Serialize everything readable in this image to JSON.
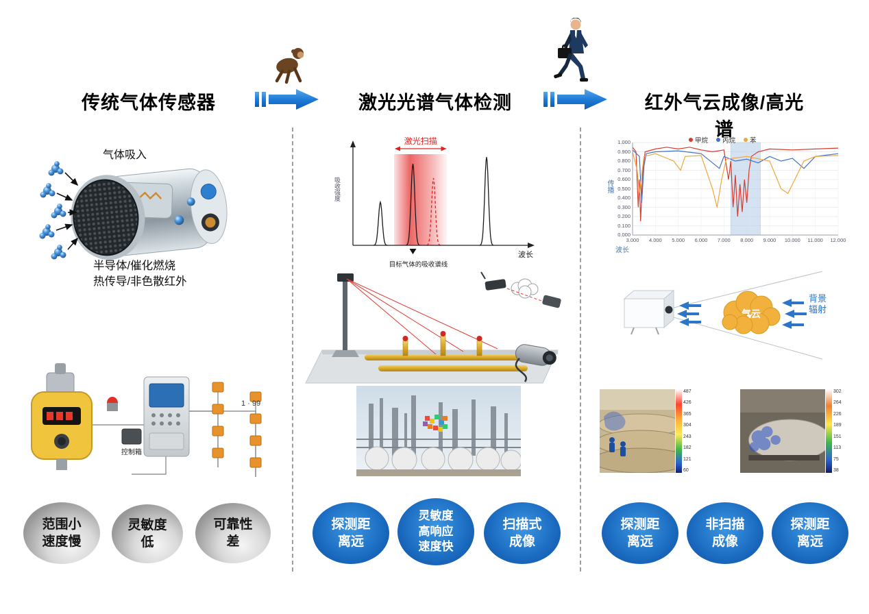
{
  "titles": {
    "col1": "传统气体传感器",
    "col2": "激光光谱气体检测",
    "col3": "红外气云成像/高光谱"
  },
  "col1": {
    "gas_intake_label": "气体吸入",
    "tech_line1": "半导体/催化燃烧",
    "tech_line2": "热传导/非色散红外",
    "address_range": "1 · 99",
    "control_box_label": "控制箱",
    "bubbles": [
      {
        "lines": [
          "范围小",
          "速度慢"
        ]
      },
      {
        "lines": [
          "灵敏度",
          "低"
        ]
      },
      {
        "lines": [
          "可靠性",
          "差"
        ]
      }
    ]
  },
  "col2": {
    "bubbles": [
      {
        "lines": [
          "探测距",
          "离远"
        ]
      },
      {
        "lines": [
          "灵敏度",
          "高响应",
          "速度快"
        ]
      },
      {
        "lines": [
          "扫描式",
          "成像"
        ]
      }
    ]
  },
  "col3": {
    "cloud_label": "气云",
    "radiation_label": "背景辐射",
    "thermal_left_ticks": [
      "487",
      "426",
      "365",
      "304",
      "243",
      "182",
      "121",
      "60"
    ],
    "thermal_right_ticks": [
      "302",
      "264",
      "226",
      "189",
      "151",
      "113",
      "75",
      "38"
    ],
    "bubbles": [
      {
        "lines": [
          "探测距",
          "离远"
        ]
      },
      {
        "lines": [
          "非扫描",
          "成像"
        ]
      },
      {
        "lines": [
          "探测距",
          "离远"
        ]
      }
    ]
  },
  "chart_data": [
    {
      "type": "line",
      "title": "激光扫描",
      "xlabel": "波长",
      "ylabel": "吸收强度",
      "annotation": "目标气体的吸收谱线",
      "axis_note": "示意图，坐标轴无数值刻度",
      "peaks": [
        {
          "x": 0.16,
          "height": 0.45,
          "style": "solid"
        },
        {
          "x": 0.35,
          "height": 0.85,
          "style": "solid"
        },
        {
          "x": 0.47,
          "height": 0.7,
          "style": "dashed-red"
        },
        {
          "x": 0.78,
          "height": 0.92,
          "style": "solid"
        }
      ],
      "scan_band": [
        0.24,
        0.55
      ]
    },
    {
      "type": "line",
      "xlabel": "波长",
      "ylabel": "传播",
      "xlim": [
        3,
        12
      ],
      "ylim": [
        0,
        1
      ],
      "xticks": [
        "3.000",
        "4.000",
        "5.000",
        "6.000",
        "7.000",
        "8.000",
        "9.000",
        "10.000",
        "11.000",
        "12.000"
      ],
      "yticks": [
        "1.000",
        "0.900",
        "0.800",
        "0.700",
        "0.600",
        "0.500",
        "0.400",
        "0.300",
        "0.200",
        "0.100",
        "0.000"
      ],
      "shaded_band_x": [
        7.3,
        8.6
      ],
      "legend_position": "top",
      "grid": true,
      "legend": [
        {
          "label": "甲烷",
          "color": "#d93a2b"
        },
        {
          "label": "丙烷",
          "color": "#4472c4"
        },
        {
          "label": "苯",
          "color": "#f0a63a"
        }
      ],
      "series": [
        {
          "name": "甲烷",
          "color": "#d93a2b",
          "x": [
            3,
            3.15,
            3.25,
            3.3,
            3.35,
            3.45,
            3.55,
            4,
            4.5,
            5,
            5.5,
            6,
            6.5,
            7,
            7.2,
            7.3,
            7.4,
            7.5,
            7.6,
            7.7,
            7.8,
            7.9,
            8,
            8.1,
            8.2,
            8.5,
            9,
            10,
            11,
            12
          ],
          "y": [
            0.95,
            0.9,
            0.3,
            0.6,
            0.15,
            0.7,
            0.9,
            0.93,
            0.95,
            0.93,
            0.95,
            0.92,
            0.9,
            0.92,
            0.6,
            0.8,
            0.3,
            0.65,
            0.2,
            0.55,
            0.25,
            0.6,
            0.35,
            0.7,
            0.85,
            0.9,
            0.93,
            0.92,
            0.93,
            0.94
          ]
        },
        {
          "name": "丙烷",
          "color": "#4472c4",
          "x": [
            3,
            3.3,
            3.4,
            3.5,
            3.6,
            4,
            5,
            6,
            6.8,
            7,
            7.5,
            8,
            8.5,
            9,
            9.5,
            10,
            10.5,
            11,
            12
          ],
          "y": [
            0.92,
            0.85,
            0.35,
            0.75,
            0.88,
            0.9,
            0.91,
            0.88,
            0.72,
            0.85,
            0.8,
            0.82,
            0.78,
            0.85,
            0.8,
            0.83,
            0.72,
            0.85,
            0.88
          ]
        },
        {
          "name": "苯",
          "color": "#f0a63a",
          "x": [
            3,
            3.2,
            3.3,
            3.4,
            3.5,
            4,
            4.8,
            5.1,
            5.3,
            6,
            6.5,
            6.7,
            6.9,
            7.1,
            8,
            9,
            9.5,
            9.8,
            10.1,
            10.5,
            11,
            12
          ],
          "y": [
            0.9,
            0.7,
            0.45,
            0.65,
            0.85,
            0.88,
            0.8,
            0.7,
            0.85,
            0.86,
            0.5,
            0.3,
            0.6,
            0.82,
            0.85,
            0.8,
            0.5,
            0.45,
            0.6,
            0.8,
            0.85,
            0.86
          ]
        }
      ]
    }
  ]
}
